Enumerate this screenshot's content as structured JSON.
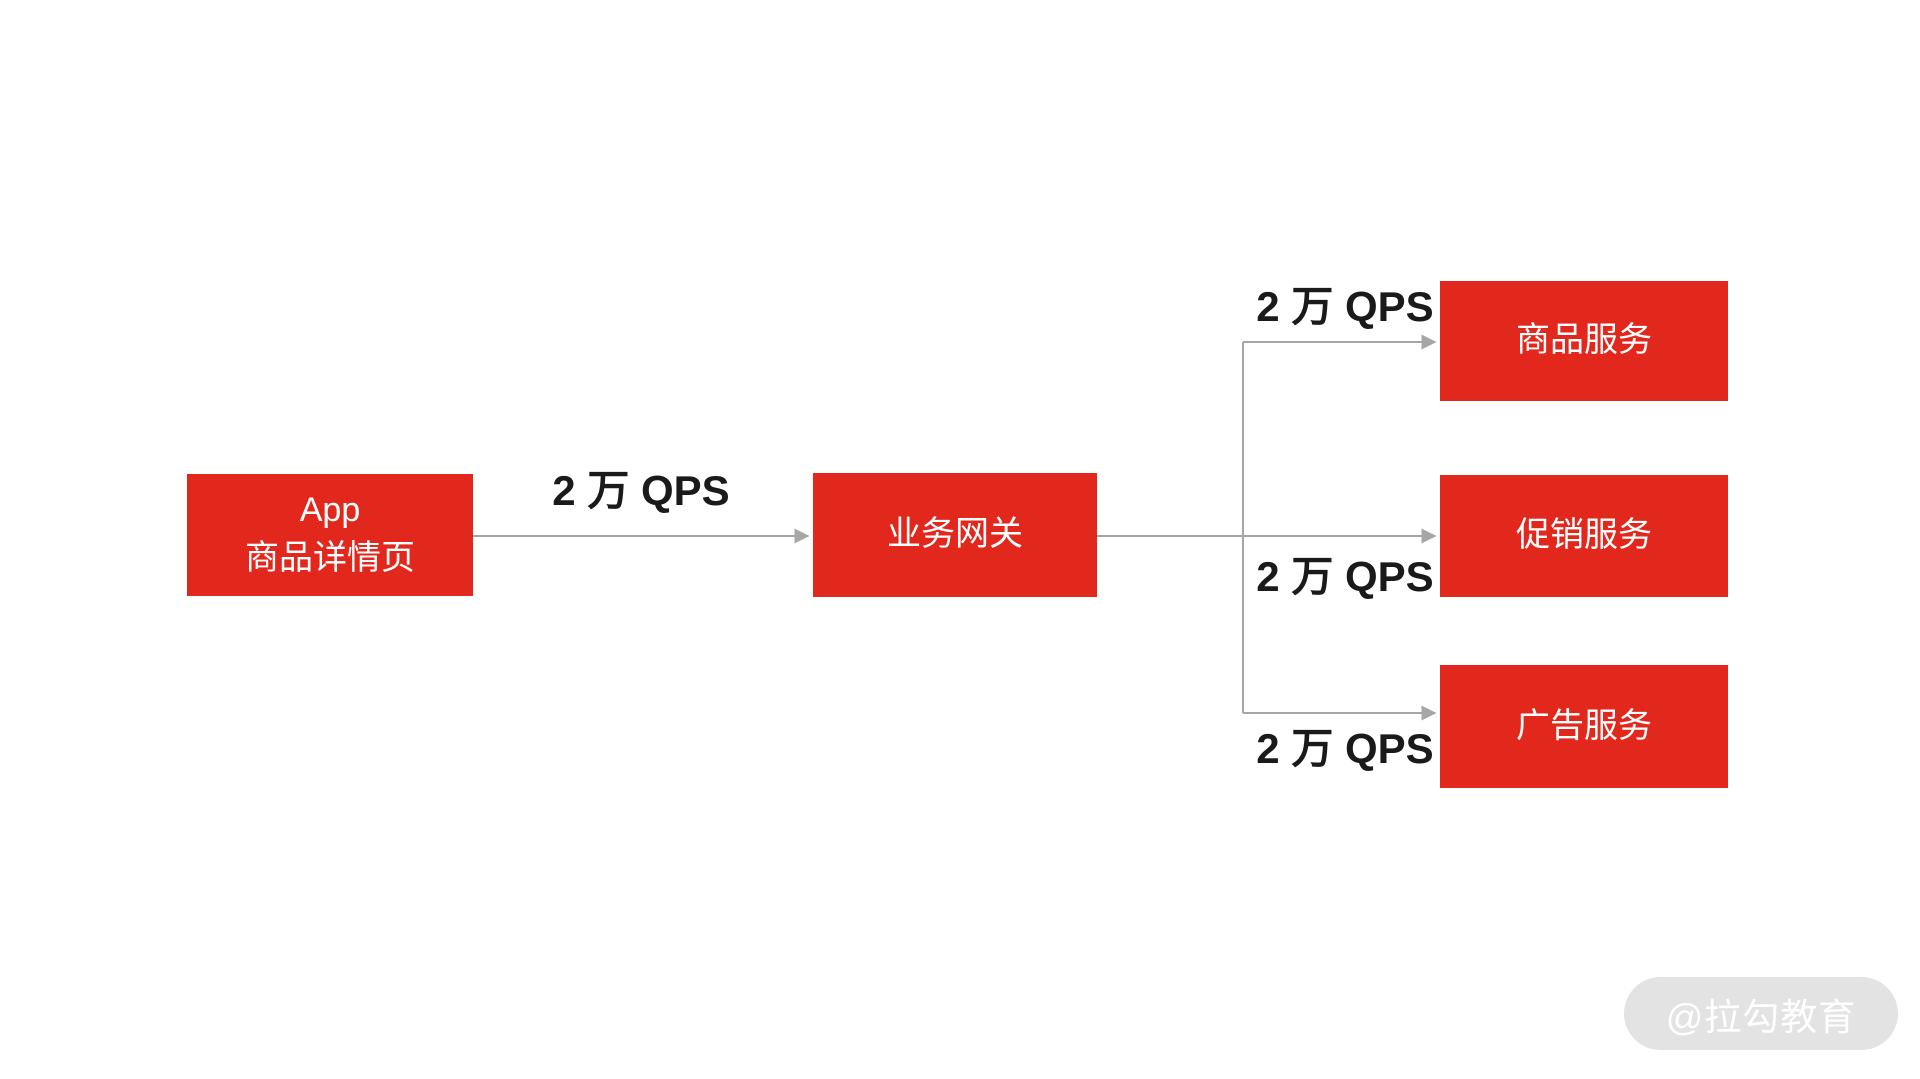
{
  "diagram": {
    "nodes": {
      "app": {
        "line1": "App",
        "line2": "商品详情页"
      },
      "gateway": {
        "label": "业务网关"
      },
      "product": {
        "label": "商品服务"
      },
      "promotion": {
        "label": "促销服务"
      },
      "ad": {
        "label": "广告服务"
      }
    },
    "edges": [
      {
        "from": "app",
        "to": "gateway",
        "label": "2 万 QPS"
      },
      {
        "from": "gateway",
        "to": "product",
        "label": "2 万 QPS"
      },
      {
        "from": "gateway",
        "to": "promotion",
        "label": "2 万 QPS"
      },
      {
        "from": "gateway",
        "to": "ad",
        "label": "2 万 QPS"
      }
    ]
  },
  "watermark": {
    "text": "@拉勾教育"
  },
  "colors": {
    "background": "#ffffff",
    "node_fill": "#e2271d",
    "node_text": "#ffffff",
    "connector": "#a6a6a6",
    "label_text": "#1a1a1a",
    "watermark_bg": "#e3e3e3",
    "watermark_text": "#ffffff"
  }
}
